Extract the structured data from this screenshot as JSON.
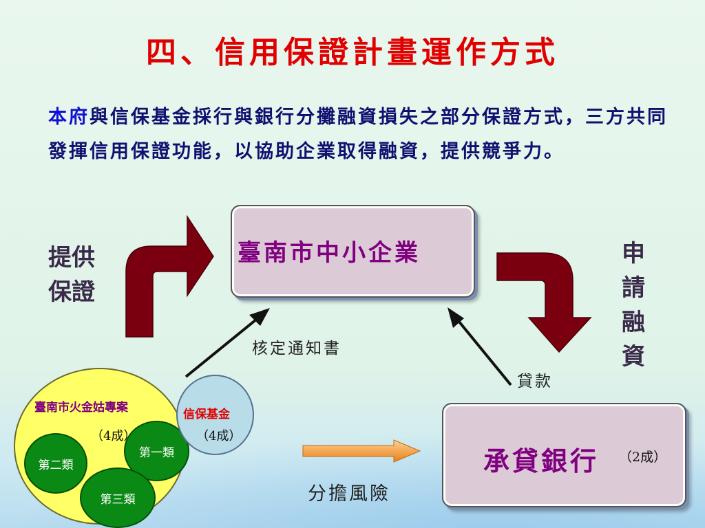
{
  "title": "四、信用保證計畫運作方式",
  "intro": {
    "lead": "本府",
    "body": "與信保基金採行與銀行分攤融資損失之部分保證方式，三方共同發揮信用保證功能，以協助企業取得融資，提供競爭力。"
  },
  "nodes": {
    "sme": "臺南市中小企業",
    "bank": "承貸銀行",
    "bank_pct": "（2成）",
    "city_program": "臺南市火金姑專案",
    "city_pct": "（4成）",
    "category_1": "第一類",
    "category_2": "第二類",
    "category_3": "第三類",
    "fund": "信保基金",
    "fund_pct": "（4成）"
  },
  "labels": {
    "provide_guarantee": "提供保證",
    "apply_financing": "申請融資",
    "approval_notice": "核定通知書",
    "loan": "貸款",
    "share_risk": "分擔風險"
  },
  "colors": {
    "title": "#e00000",
    "intro_text": "#101070",
    "box_fill": "#dccbd6",
    "box_text": "#800080",
    "dark_red_arrow": "#7a0010",
    "orange_arrow": "#f5a040",
    "yellow_circle": "#ffff66",
    "green_circle": "#0a8a14",
    "blue_circle": "#b8dce8"
  }
}
